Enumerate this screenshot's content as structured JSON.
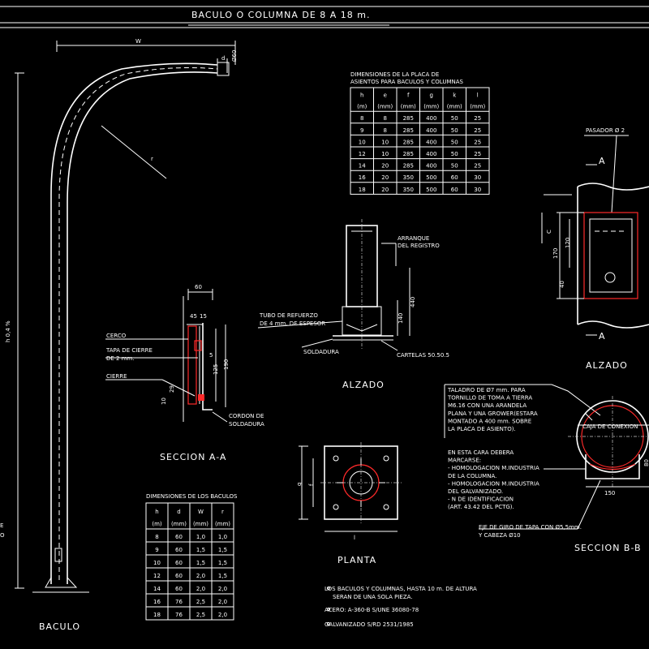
{
  "title": "BACULO O COLUMNA DE 8 A 18 m.",
  "baculo": {
    "label_w": "W",
    "label_d": "d",
    "label_d60": "Ø60",
    "label_r": "r",
    "label_h": "h 0,4 %",
    "label_e": "E",
    "label_o": "O",
    "name": "BACULO"
  },
  "seccion_aa": {
    "dim_60": "60",
    "dim_45": "45",
    "dim_15": "15",
    "dim_5": "5",
    "dim_125": "125",
    "dim_190": "190",
    "dim_10": "10",
    "dim_29": "29",
    "cerco": "CERCO",
    "tapa_line1": "TAPA DE CIERRE",
    "tapa_line2": "DE 2 mm.",
    "cierre": "CIERRE",
    "cordon_line1": "CORDON DE",
    "cordon_line2": "SOLDADURA",
    "name": "SECCION A-A"
  },
  "alzado_base": {
    "arranque_line1": "ARRANQUE",
    "arranque_line2": "DEL REGISTRO",
    "tubo_line1": "TUBO DE REFUERZO",
    "tubo_line2": "DE 4 mm. DE ESPESOR",
    "soldadura": "SOLDADURA",
    "cartelas": "CARTELAS 50.50.5",
    "dim_440": "440",
    "dim_140": "140",
    "name": "ALZADO"
  },
  "planta": {
    "dim_g": "g",
    "dim_f": "f",
    "dim_l": "l",
    "name": "PLANTA"
  },
  "placa_table": {
    "caption_line1": "DIMENSIONES DE LA PLACA DE",
    "caption_line2": "ASIENTOS PARA BACULOS Y COLUMNAS",
    "headers": [
      "h",
      "e",
      "f",
      "g",
      "k",
      "l"
    ],
    "units": [
      "(m)",
      "(mm)",
      "(mm)",
      "(mm)",
      "(mm)",
      "(mm)"
    ],
    "rows": [
      [
        "8",
        "8",
        "285",
        "400",
        "50",
        "25"
      ],
      [
        "9",
        "8",
        "285",
        "400",
        "50",
        "25"
      ],
      [
        "10",
        "10",
        "285",
        "400",
        "50",
        "25"
      ],
      [
        "12",
        "10",
        "285",
        "400",
        "50",
        "25"
      ],
      [
        "14",
        "20",
        "285",
        "400",
        "50",
        "25"
      ],
      [
        "16",
        "20",
        "350",
        "500",
        "60",
        "30"
      ],
      [
        "18",
        "20",
        "350",
        "500",
        "60",
        "30"
      ]
    ]
  },
  "baculos_table": {
    "caption": "DIMENSIONES DE LOS BACULOS",
    "headers": [
      "h",
      "d",
      "W",
      "r"
    ],
    "units": [
      "(m)",
      "(mm)",
      "(mm)",
      "(mm)"
    ],
    "rows": [
      [
        "8",
        "60",
        "1,0",
        "1,0"
      ],
      [
        "9",
        "60",
        "1,5",
        "1,5"
      ],
      [
        "10",
        "60",
        "1,5",
        "1,5"
      ],
      [
        "12",
        "60",
        "2,0",
        "1,5"
      ],
      [
        "14",
        "60",
        "2,0",
        "2,0"
      ],
      [
        "16",
        "76",
        "2,5",
        "2,0"
      ],
      [
        "18",
        "76",
        "2,5",
        "2,0"
      ]
    ]
  },
  "alzado_registro": {
    "pasador": "PASADOR Ø 2",
    "label_a_top": "A",
    "label_a_bottom": "A",
    "dim_170": "170",
    "dim_120": "120",
    "dim_40": "40",
    "dim_c": "C",
    "name": "ALZADO"
  },
  "seccion_bb": {
    "taladro_lines": [
      "TALADRO DE Ø7 mm. PARA",
      "TORNILLO DE TOMA A TIERRA",
      "M6.16 CON UNA ARANDELA",
      "PLANA Y UNA GROWER(ESTARA",
      "MONTADO A 400 mm. SOBRE",
      "LA PLACA DE ASIENTO)."
    ],
    "caja": "CAJA DE CONEXION",
    "cara_lines": [
      "EN ESTA CARA DEBERA",
      "MARCARSE:",
      "- HOMOLOGACION M.INDUSTRIA",
      "  DE LA COLUMNA.",
      "- HOMOLOGACION M.INDUSTRIA",
      "  DEL GALVANIZADO.",
      "- N DE IDENTIFICACION",
      "  (ART. 43.42 DEL PCTG)."
    ],
    "dim_150": "150",
    "dim_80": "80",
    "eje_line1": "EJE DE GIRO DE TAPA CON Ø5,5mm.",
    "eje_line2": "Y CABEZA Ø10",
    "name": "SECCION B-B"
  },
  "notes": [
    "LOS BACULOS Y COLUMNAS, HASTA 10 m. DE ALTURA",
    "SERAN DE UNA SOLA PIEZA.",
    "ACERO: A-360-B S/UNE 36080-78",
    "GALVANIZADO S/RD 2531/1985"
  ]
}
